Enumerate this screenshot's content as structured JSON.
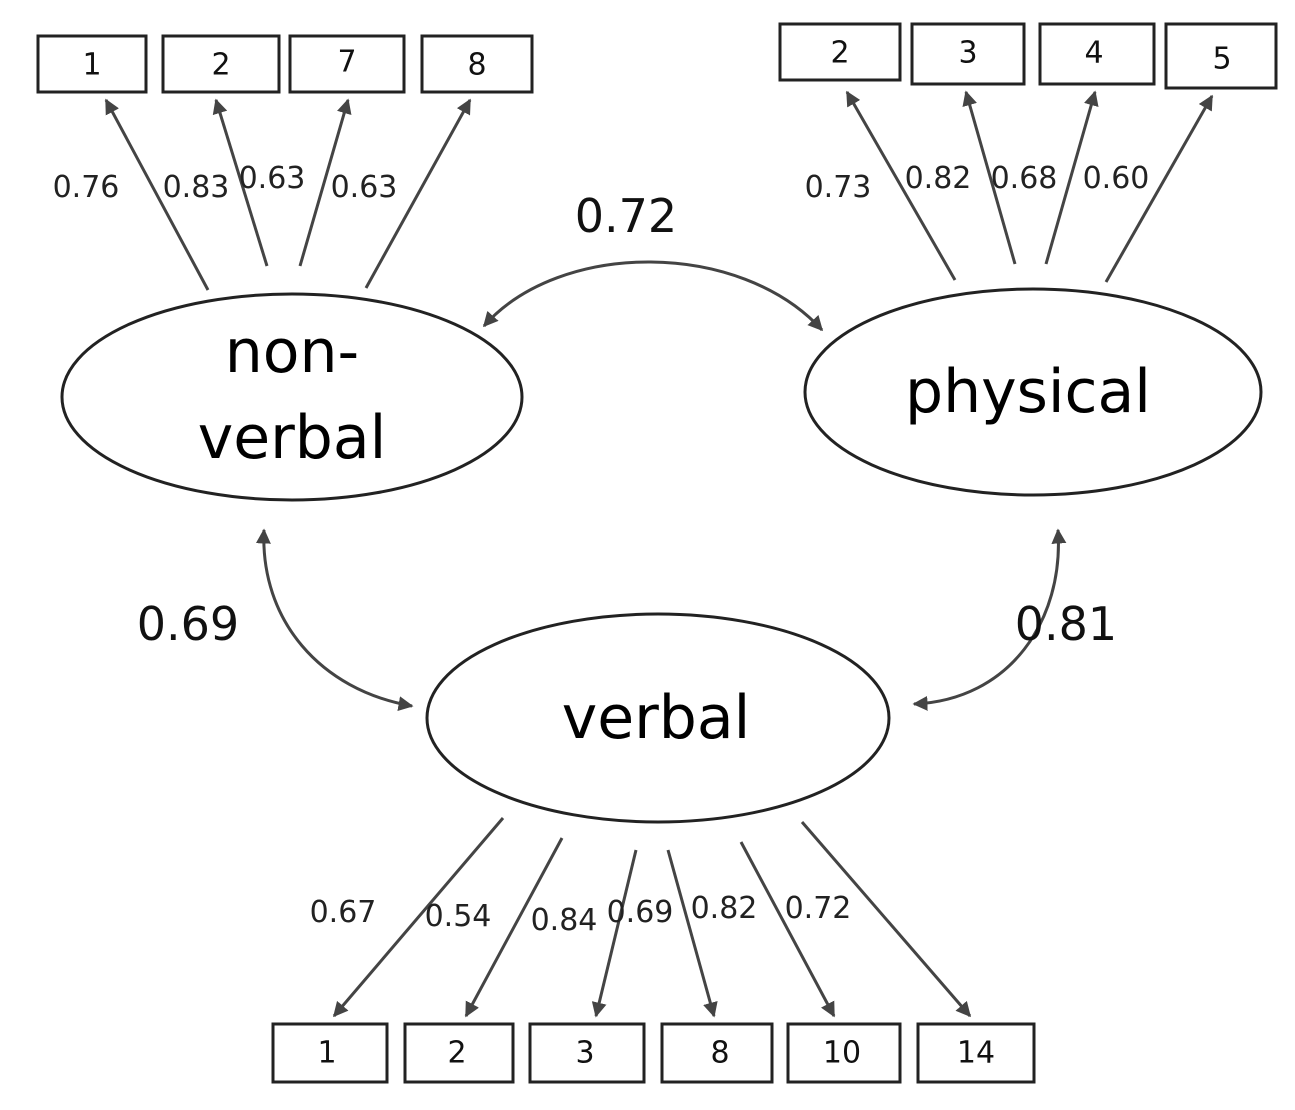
{
  "factors": {
    "nonverbal": {
      "line1": "non-",
      "line2": "verbal"
    },
    "physical": {
      "label": "physical"
    },
    "verbal": {
      "label": "verbal"
    }
  },
  "nonverbal_items": [
    {
      "item": "1",
      "loading": "0.76"
    },
    {
      "item": "2",
      "loading": "0.83"
    },
    {
      "item": "7",
      "loading": "0.63"
    },
    {
      "item": "8",
      "loading": "0.63"
    }
  ],
  "physical_items": [
    {
      "item": "2",
      "loading": "0.73"
    },
    {
      "item": "3",
      "loading": "0.82"
    },
    {
      "item": "4",
      "loading": "0.68"
    },
    {
      "item": "5",
      "loading": "0.60"
    }
  ],
  "verbal_items": [
    {
      "item": "1",
      "loading": "0.67"
    },
    {
      "item": "2",
      "loading": "0.54"
    },
    {
      "item": "3",
      "loading": "0.84"
    },
    {
      "item": "8",
      "loading": "0.69"
    },
    {
      "item": "10",
      "loading": "0.82"
    },
    {
      "item": "14",
      "loading": "0.72"
    }
  ],
  "correlations": {
    "nonverbal_physical": "0.72",
    "nonverbal_verbal": "0.69",
    "physical_verbal": "0.81"
  },
  "colors": {
    "stroke": "#222222",
    "arrow": "#444444",
    "text": "#111111"
  }
}
